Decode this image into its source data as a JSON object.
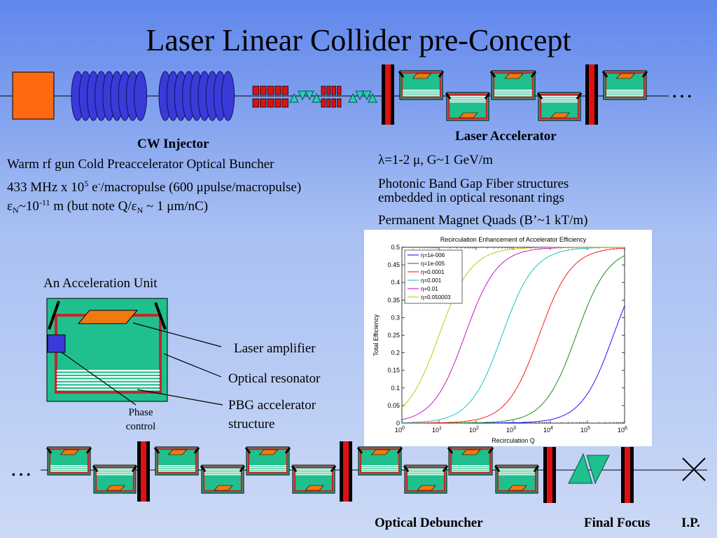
{
  "title": "Laser Linear Collider pre-Concept",
  "ellipsis": "…",
  "labels": {
    "cw_injector": "CW Injector",
    "laser_accelerator": "Laser Accelerator",
    "optical_debuncher": "Optical Debuncher",
    "final_focus": "Final Focus",
    "ip": "I.P.",
    "acceleration_unit": "An Acceleration Unit",
    "laser_amplifier": "Laser amplifier",
    "optical_resonator": "Optical resonator",
    "pbg_line1": "PBG accelerator",
    "pbg_line2": "structure",
    "phase_line1": "Phase",
    "phase_line2": "control"
  },
  "injector": {
    "line1": "Warm rf gun   Cold Preaccelerator   Optical Buncher",
    "line2_a": "433 MHz x 10",
    "line2_sup1": "5",
    "line2_b": " e",
    "line2_sup2": "-",
    "line2_c": "/macropulse (600 μpulse/macropulse)",
    "line3_a": "ε",
    "line3_sub1": "N",
    "line3_b": "~10",
    "line3_sup": "-11",
    "line3_c": " m (but note Q/ε",
    "line3_sub2": "N",
    "line3_d": " ~ 1 μm/nC)"
  },
  "accelerator": {
    "line1": "λ=1-2 μ, G~1 GeV/m",
    "line2": "Photonic Band Gap Fiber structures",
    "line3": "embedded in optical resonant rings",
    "line4": "Permanent Magnet Quads (B’~1 kT/m)"
  },
  "colors": {
    "module_fill": "#1fc08e",
    "resonator": "#c0282a",
    "amplifier": "#f07a10",
    "gun": "#ff6a10",
    "cavity": "#3a3ad8",
    "magnet": "#e01010",
    "quad": "#1fc08e"
  },
  "chart_data": {
    "type": "line",
    "title": "Recirculation Enhancement of Accelerator Efficiency",
    "xlabel": "Recirculation Q",
    "ylabel": "Total Efficiency",
    "xscale": "log",
    "xlim": [
      1,
      1000000
    ],
    "ylim": [
      0,
      0.5
    ],
    "xticks": [
      {
        "base": "10",
        "exp": "0",
        "value": 1
      },
      {
        "base": "10",
        "exp": "1",
        "value": 10
      },
      {
        "base": "10",
        "exp": "2",
        "value": 100
      },
      {
        "base": "10",
        "exp": "3",
        "value": 1000
      },
      {
        "base": "10",
        "exp": "4",
        "value": 10000
      },
      {
        "base": "10",
        "exp": "5",
        "value": 100000
      },
      {
        "base": "10",
        "exp": "6",
        "value": 1000000
      }
    ],
    "yticks": [
      "0",
      "0.05",
      "0.1",
      "0.15",
      "0.2",
      "0.25",
      "0.3",
      "0.35",
      "0.4",
      "0.45",
      "0.5"
    ],
    "grid": false,
    "legend": "top-left",
    "series": [
      {
        "name": "η=1e-006",
        "eta": 1e-06,
        "color": "#0000ff"
      },
      {
        "name": "η=1e-005",
        "eta": 1e-05,
        "color": "#008000"
      },
      {
        "name": "η=0.0001",
        "eta": 0.0001,
        "color": "#ff0000"
      },
      {
        "name": "η=0.001",
        "eta": 0.001,
        "color": "#00bfbf"
      },
      {
        "name": "η=0.01",
        "eta": 0.01,
        "color": "#bf00bf"
      },
      {
        "name": "η=0.050003",
        "eta": 0.050003,
        "color": "#bfbf00"
      }
    ]
  }
}
